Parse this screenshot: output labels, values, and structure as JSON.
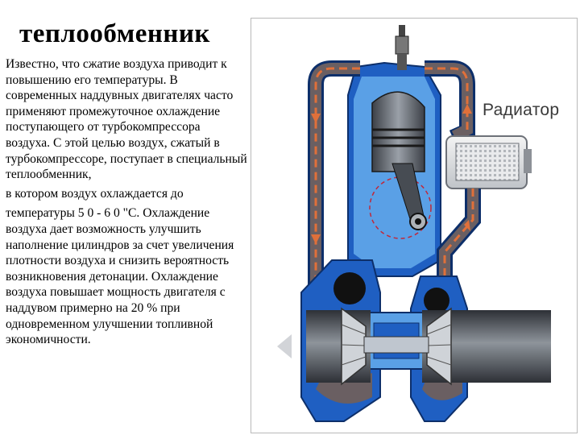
{
  "slide": {
    "title": "теплообменник",
    "paragraphs": [
      "Известно, что сжатие воздуха приводит к повышению его температуры. В современных наддувных двигателях часто применяют промежуточное охлаждение поступающего от турбокомпрессора воздуха. С этой целью воздух, сжатый в турбокомпрессоре, поступает в специальный теплообменник,",
      "в котором воздух охлаждается до",
      "температуры 5 0 - 6 0 \"С. Охлаждение воздуха дает возможность улучшить наполнение цилиндров за счет увеличения плотности воздуха и снизить вероятность возникновения детонации. Охлаждение воздуха повышает мощность двигателя с наддувом примерно на 20 % при одновременном улучшении топливной экономичности."
    ]
  },
  "diagram": {
    "radiator_label": "Радиатор",
    "colors": {
      "casing_blue": "#1f5fc2",
      "light_blue": "#5aa0e6",
      "pipe_orange": "#e0703a",
      "dark_gray": "#5a5f66",
      "black": "#111111"
    }
  }
}
